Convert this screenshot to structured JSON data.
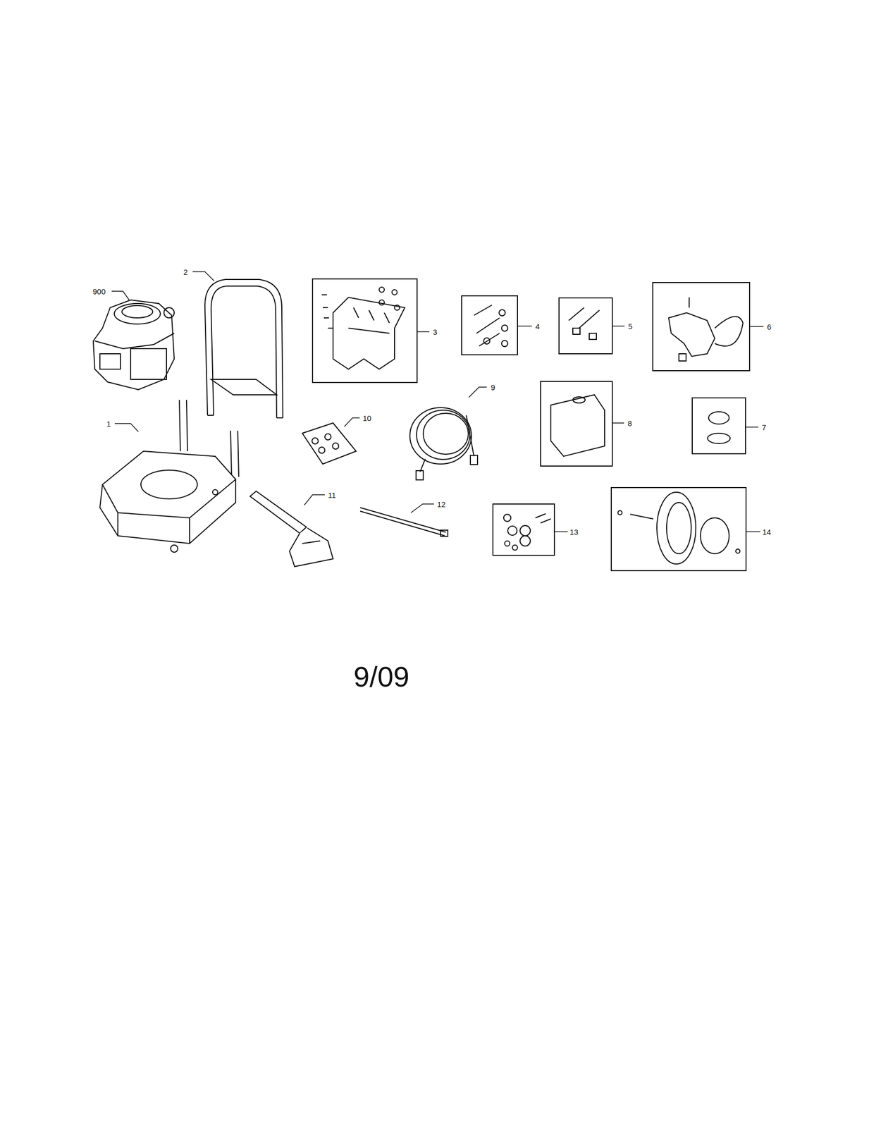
{
  "diagram": {
    "labels": [
      "900",
      "2",
      "3",
      "4",
      "5",
      "6",
      "1",
      "10",
      "9",
      "8",
      "7",
      "11",
      "12",
      "13",
      "14",
      "9/09"
    ]
  }
}
